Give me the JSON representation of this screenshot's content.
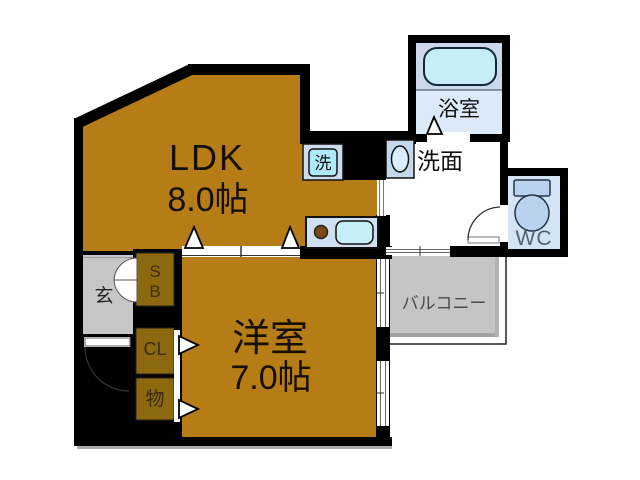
{
  "floorplan": {
    "rooms": {
      "ldk": {
        "name": "LDK",
        "size": "8.0帖"
      },
      "western_room": {
        "name": "洋室",
        "size": "7.0帖"
      },
      "bathroom": {
        "label": "浴室"
      },
      "washroom": {
        "label": "洗面"
      },
      "toilet": {
        "label": "WC"
      },
      "balcony": {
        "label": "バルコニー"
      },
      "entrance": {
        "label": "玄"
      },
      "shoe_box": {
        "line1": "S",
        "line2": "B"
      },
      "closet": {
        "label": "CL"
      },
      "storage": {
        "label": "物"
      },
      "washer": {
        "label": "洗"
      }
    },
    "colors": {
      "floor_brown": "#b67c15",
      "closet_brown": "#8c690f",
      "entrance_gray": "#c6c6c6",
      "balcony_gray": "#c5c5c5",
      "balcony_shadow": "#a2a2a2",
      "bath_upper": "#ccd9ec",
      "bath_lower": "#dce9f8",
      "tub_cyan": "#c6eef8",
      "washer_cyan": "#aeeaf8",
      "washer_frame": "#ccdcec",
      "fixture_blue": "#b9d3ee",
      "counter_blue": "#cfe0f2",
      "sink_blue": "#c4d8ec",
      "sink_oval": "#d9eefa",
      "wc_interior": "#d2e4f6",
      "wall_black": "#000000",
      "burner_brown": "#7b4a12"
    }
  }
}
